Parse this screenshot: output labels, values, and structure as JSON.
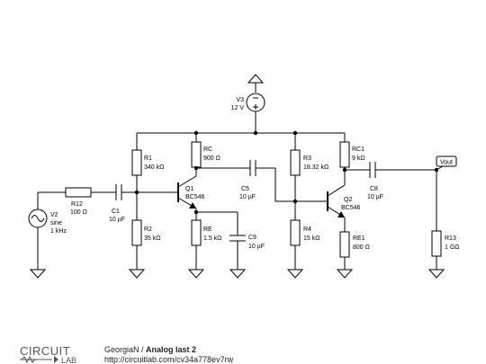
{
  "components": {
    "v3": {
      "name": "V3",
      "value": "12 V"
    },
    "v2": {
      "name": "V2",
      "line1": "sine",
      "line2": "1 kHz"
    },
    "r12": {
      "name": "R12",
      "value": "100 Ω"
    },
    "c1": {
      "name": "C1",
      "value": "10 µF"
    },
    "r1": {
      "name": "R1",
      "value": "340 kΩ"
    },
    "r2": {
      "name": "R2",
      "value": "35 kΩ"
    },
    "rc": {
      "name": "RC",
      "value": "900 Ω"
    },
    "q1": {
      "name": "Q1",
      "model": "BC546"
    },
    "re": {
      "name": "RE",
      "value": "1.5 kΩ"
    },
    "c9": {
      "name": "C9",
      "value": "10 µF"
    },
    "c5": {
      "name": "C5",
      "value": "10 µF"
    },
    "r3": {
      "name": "R3",
      "value": "18.32 kΩ"
    },
    "r4": {
      "name": "R4",
      "value": "15 kΩ"
    },
    "rc1": {
      "name": "RC1",
      "value": "9 kΩ"
    },
    "q2": {
      "name": "Q2",
      "model": "BC546"
    },
    "re1": {
      "name": "RE1",
      "value": "800 Ω"
    },
    "c8": {
      "name": "C8",
      "value": "10 µF"
    },
    "r13": {
      "name": "R13",
      "value": "1 GΩ"
    }
  },
  "probe": {
    "label": "Vout"
  },
  "footer": {
    "brand_top": "CIRCUIT",
    "brand_bottom": "LAB",
    "author": "GeorgiaN",
    "separator": " / ",
    "title": "Analog last 2",
    "url": "http://circuitlab.com/cv34a778ev7rw"
  }
}
